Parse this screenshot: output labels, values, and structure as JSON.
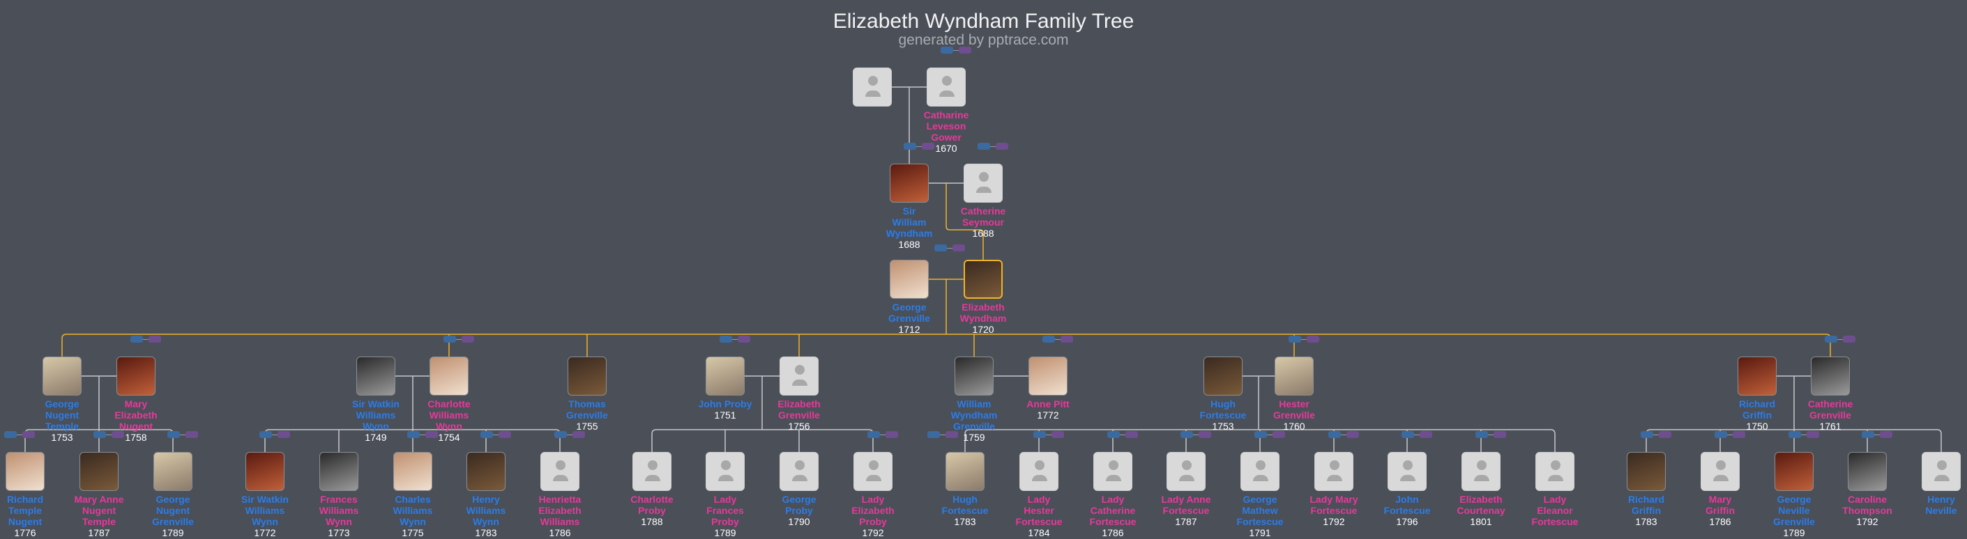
{
  "header": {
    "title": "Elizabeth Wyndham Family Tree",
    "subtitle": "generated by pptrace.com"
  },
  "colors": {
    "background": "#4a4f58",
    "male": "#2b7de9",
    "female": "#e8399a",
    "direct_line": "#f0b429",
    "connector": "#c8c8c8"
  },
  "selected_person": "Elizabeth Wyndham",
  "people": [
    {
      "name": "",
      "year": "",
      "gender": "m",
      "photo": false
    },
    {
      "name": "Catharine Leveson Gower",
      "year": "1670",
      "gender": "f",
      "photo": false
    },
    {
      "name": "Sir William Wyndham",
      "year": "1688",
      "gender": "m",
      "photo": true
    },
    {
      "name": "Catherine Seymour",
      "year": "1688",
      "gender": "f",
      "photo": false
    },
    {
      "name": "George Grenville",
      "year": "1712",
      "gender": "m",
      "photo": true
    },
    {
      "name": "Elizabeth Wyndham",
      "year": "1720",
      "gender": "f",
      "photo": true
    },
    {
      "name": "George Nugent Temple",
      "year": "1753",
      "gender": "m",
      "photo": true
    },
    {
      "name": "Mary Elizabeth Nugent",
      "year": "1758",
      "gender": "f",
      "photo": true
    },
    {
      "name": "Sir Watkin Williams Wynn",
      "year": "1749",
      "gender": "m",
      "photo": true
    },
    {
      "name": "Charlotte Williams Wynn",
      "year": "1754",
      "gender": "f",
      "photo": true
    },
    {
      "name": "Thomas Grenville",
      "year": "1755",
      "gender": "m",
      "photo": true
    },
    {
      "name": "John Proby",
      "year": "1751",
      "gender": "m",
      "photo": true
    },
    {
      "name": "Elizabeth Grenville",
      "year": "1756",
      "gender": "f",
      "photo": false
    },
    {
      "name": "William Wyndham Grenville",
      "year": "1759",
      "gender": "m",
      "photo": true
    },
    {
      "name": "Anne Pitt",
      "year": "1772",
      "gender": "f",
      "photo": true
    },
    {
      "name": "Hugh Fortescue",
      "year": "1753",
      "gender": "m",
      "photo": true
    },
    {
      "name": "Hester Grenville",
      "year": "1760",
      "gender": "f",
      "photo": true
    },
    {
      "name": "Richard Griffin",
      "year": "1750",
      "gender": "m",
      "photo": true
    },
    {
      "name": "Catherine Grenville",
      "year": "1761",
      "gender": "f",
      "photo": true
    },
    {
      "name": "Richard Temple Nugent",
      "year": "1776",
      "gender": "m",
      "photo": true
    },
    {
      "name": "Mary Anne Nugent Temple",
      "year": "1787",
      "gender": "f",
      "photo": true
    },
    {
      "name": "George Nugent Grenville",
      "year": "1789",
      "gender": "m",
      "photo": true
    },
    {
      "name": "Sir Watkin Williams Wynn",
      "year": "1772",
      "gender": "m",
      "photo": true
    },
    {
      "name": "Frances Williams Wynn",
      "year": "1773",
      "gender": "f",
      "photo": true
    },
    {
      "name": "Charles Williams Wynn",
      "year": "1775",
      "gender": "m",
      "photo": true
    },
    {
      "name": "Henry Williams Wynn",
      "year": "1783",
      "gender": "m",
      "photo": true
    },
    {
      "name": "Henrietta Elizabeth Williams",
      "year": "1786",
      "gender": "f",
      "photo": false
    },
    {
      "name": "Charlotte Proby",
      "year": "1788",
      "gender": "f",
      "photo": false
    },
    {
      "name": "Lady Frances Proby",
      "year": "1789",
      "gender": "f",
      "photo": false
    },
    {
      "name": "George Proby",
      "year": "1790",
      "gender": "m",
      "photo": false
    },
    {
      "name": "Lady Elizabeth Proby",
      "year": "1792",
      "gender": "f",
      "photo": false
    },
    {
      "name": "Hugh Fortescue",
      "year": "1783",
      "gender": "m",
      "photo": true
    },
    {
      "name": "Lady Hester Fortescue",
      "year": "1784",
      "gender": "f",
      "photo": false
    },
    {
      "name": "Lady Catherine Fortescue",
      "year": "1786",
      "gender": "f",
      "photo": false
    },
    {
      "name": "Lady Anne Fortescue",
      "year": "1787",
      "gender": "f",
      "photo": false
    },
    {
      "name": "George Mathew Fortescue",
      "year": "1791",
      "gender": "m",
      "photo": false
    },
    {
      "name": "Lady Mary Fortescue",
      "year": "1792",
      "gender": "f",
      "photo": false
    },
    {
      "name": "John Fortescue",
      "year": "1796",
      "gender": "m",
      "photo": false
    },
    {
      "name": "Elizabeth Courtenay",
      "year": "1801",
      "gender": "f",
      "photo": false
    },
    {
      "name": "Lady Eleanor Fortescue",
      "year": "",
      "gender": "f",
      "photo": false
    },
    {
      "name": "Richard Griffin",
      "year": "1783",
      "gender": "m",
      "photo": true
    },
    {
      "name": "Mary Griffin",
      "year": "1786",
      "gender": "f",
      "photo": false
    },
    {
      "name": "George Neville Grenville",
      "year": "1789",
      "gender": "m",
      "photo": true
    },
    {
      "name": "Caroline Thompson",
      "year": "1792",
      "gender": "f",
      "photo": true
    },
    {
      "name": "Henry Neville",
      "year": "",
      "gender": "m",
      "photo": false
    }
  ]
}
